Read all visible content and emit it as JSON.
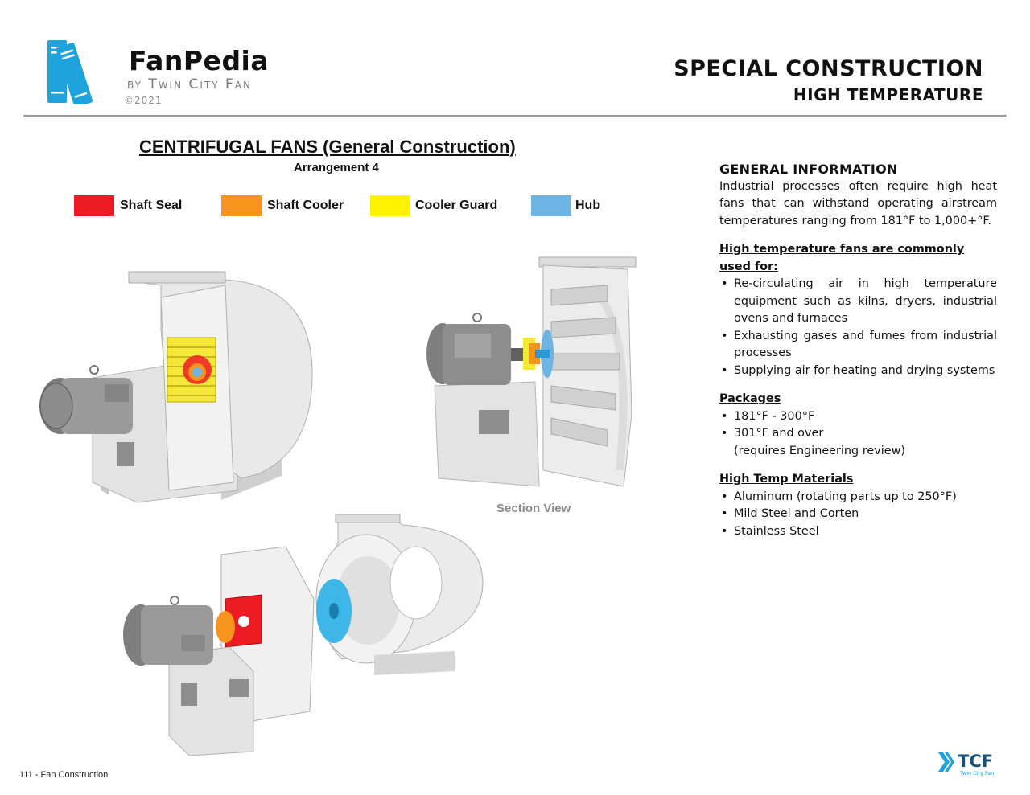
{
  "brand": {
    "name": "FanPedia",
    "byline": "by Twin City Fan",
    "copyright": "©2021"
  },
  "header": {
    "title": "SPECIAL CONSTRUCTION",
    "subtitle": "HIGH TEMPERATURE"
  },
  "main": {
    "heading": "CENTRIFUGAL FANS (General Construction)",
    "arrangement": "Arrangement 4",
    "legend": [
      {
        "label": "Shaft Seal",
        "color": "#ED1C24"
      },
      {
        "label": "Shaft Cooler",
        "color": "#F7941D"
      },
      {
        "label": "Cooler Guard",
        "color": "#FFF200"
      },
      {
        "label": "Hub",
        "color": "#6CB4E4"
      }
    ],
    "section_view_caption": "Section View",
    "illustrations": [
      "assembled-fan",
      "section-view-fan",
      "exploded-fan"
    ]
  },
  "info": {
    "general_heading": "GENERAL INFORMATION",
    "general_text": "Industrial processes often require high heat fans that can withstand operating airstream temperatures ranging from 181°F to 1,000+°F.",
    "uses_heading": "High temperature fans are commonly used for:",
    "uses": [
      "Re-circulating air in high temperature equipment such as kilns, dryers, industrial ovens and furnaces",
      "Exhausting gases and fumes from industrial processes",
      "Supplying air for heating and drying systems"
    ],
    "packages_heading": "Packages",
    "packages": [
      "181°F - 300°F",
      "301°F and over"
    ],
    "packages_note": "(requires Engineering review)",
    "materials_heading": "High Temp Materials",
    "materials": [
      "Aluminum (rotating parts up to 250°F)",
      "Mild Steel and Corten",
      "Stainless Steel"
    ]
  },
  "footer": {
    "page_label": "111 - Fan Construction",
    "logo_text": "TCF",
    "logo_subtext": "Twin City Fan"
  },
  "colors": {
    "brand_blue": "#1FA3DD",
    "rule_gray": "#9A9A9A",
    "caption_gray": "#8B8B8B"
  }
}
